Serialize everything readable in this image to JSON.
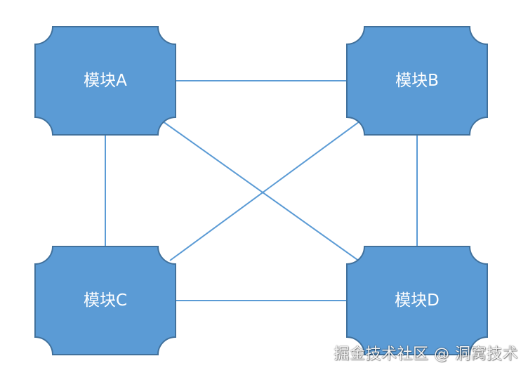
{
  "modules": {
    "a": {
      "label": "模块A"
    },
    "b": {
      "label": "模块B"
    },
    "c": {
      "label": "模块C"
    },
    "d": {
      "label": "模块D"
    }
  },
  "connections": [
    {
      "from": "a",
      "to": "b"
    },
    {
      "from": "a",
      "to": "c"
    },
    {
      "from": "a",
      "to": "d"
    },
    {
      "from": "b",
      "to": "c"
    },
    {
      "from": "b",
      "to": "d"
    },
    {
      "from": "c",
      "to": "d"
    }
  ],
  "colors": {
    "module_fill": "#5b9bd5",
    "module_stroke": "#41719c",
    "connector": "#5b9bd5",
    "label_text": "#ffffff"
  },
  "watermark": "掘金技术社区 @ 洞窝技术"
}
